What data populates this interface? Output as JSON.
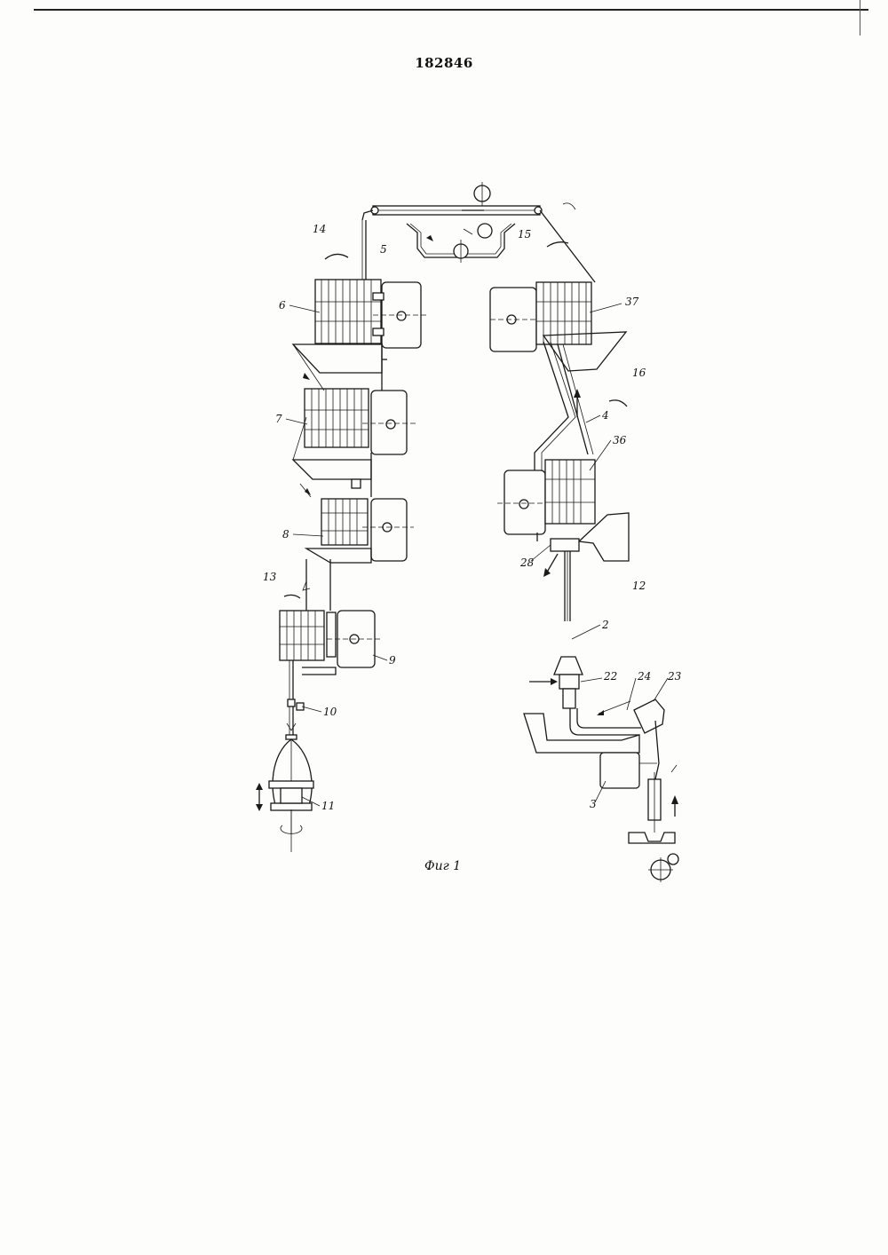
{
  "document": {
    "patent_number": "182846",
    "figure_caption": "Фиг 1"
  },
  "labels": {
    "l2": "2",
    "l3": "3",
    "l4": "4",
    "l5": "5",
    "l6": "6",
    "l7": "7",
    "l8": "8",
    "l9": "9",
    "l10": "10",
    "l11": "11",
    "l12": "12",
    "l13": "13",
    "l14": "14",
    "l15": "15",
    "l16": "16",
    "l22": "22",
    "l23": "23",
    "l24": "24",
    "l28": "28",
    "l36": "36",
    "l37": "37"
  }
}
